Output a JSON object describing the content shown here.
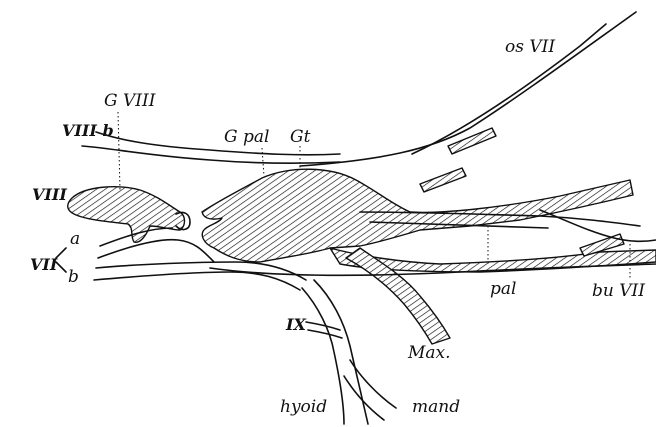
{
  "labels": {
    "os_vii": "os VII",
    "g_viii": "G VIII",
    "viii_b": "VIII b",
    "g_pal": "G pal",
    "gt": "Gt",
    "viii": "VIII",
    "a": "a",
    "vii": "VII",
    "b": "b",
    "pal": "pal",
    "bu_vii": "bu VII",
    "ix": "IX",
    "max": "Max.",
    "hyoid": "hyoid",
    "mand": "mand"
  },
  "colors": {
    "ink": "#111111",
    "paper": "#ffffff"
  }
}
